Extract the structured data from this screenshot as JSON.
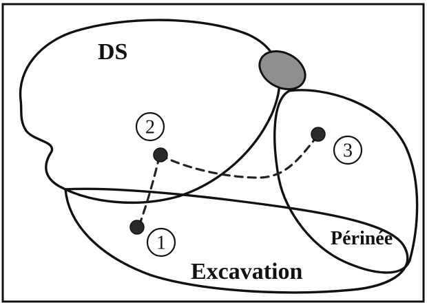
{
  "labels": {
    "ds": "DS",
    "perinee": "Périnée",
    "excavation": "Excavation"
  },
  "markers": {
    "m1": "1",
    "m2": "2",
    "m3": "3"
  },
  "colors": {
    "outline": "#111111",
    "junction_fill": "#8f8f8f",
    "point_fill": "#2a2a2a",
    "dashed_path": "#222222"
  }
}
